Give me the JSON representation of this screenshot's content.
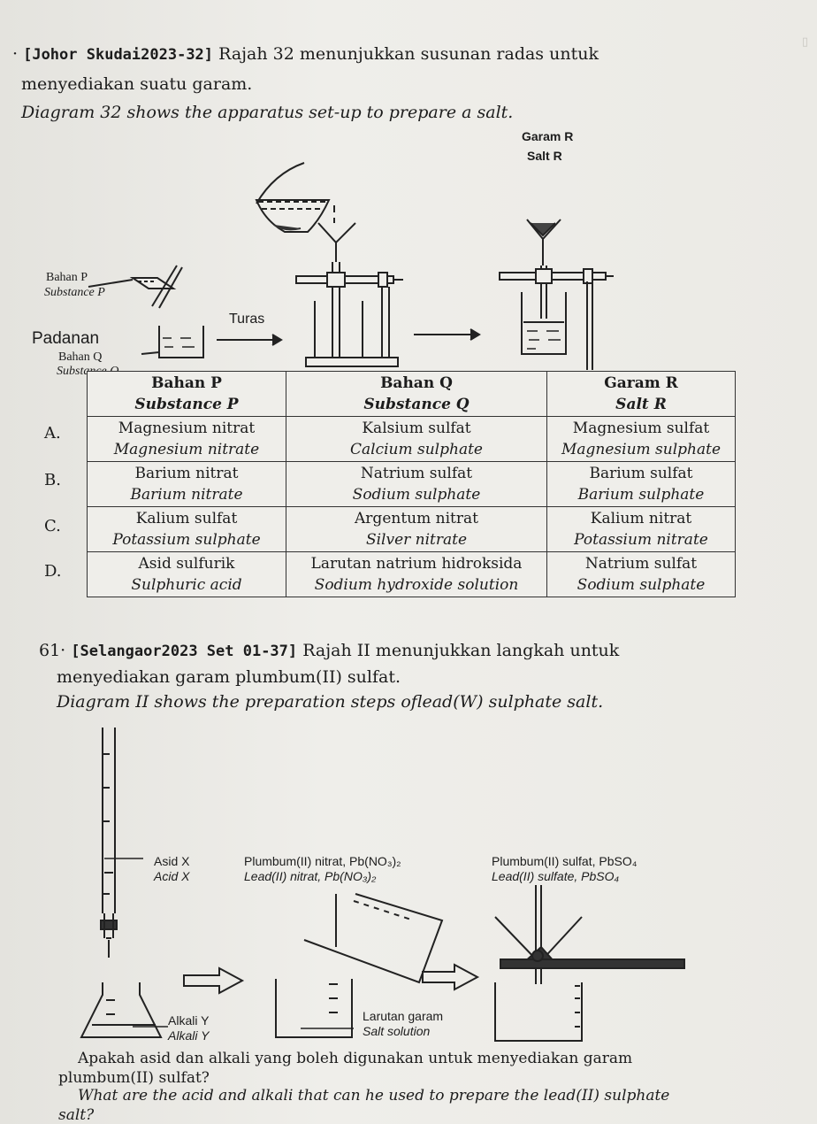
{
  "q32": {
    "number": "·",
    "tag": "[Johor Skudai2023-32]",
    "ms_line1": "Rajah 32 menunjukkan susunan radas untuk",
    "ms_line2": "menyediakan suatu garam.",
    "en": "Diagram 32 shows the apparatus set-up to prepare a salt.",
    "labels": {
      "salt_ms": "Garam R",
      "salt_en": "Salt R",
      "p_ms": "Bahan P",
      "p_en": "Substance P",
      "residue": "Padanan",
      "filter": "Turas",
      "q_ms": "Bahan Q",
      "q_en": "Substance Q"
    },
    "table": {
      "headers": [
        {
          "ms": "Bahan P",
          "en": "Substance P"
        },
        {
          "ms": "Bahan Q",
          "en": "Substance Q"
        },
        {
          "ms": "Garam R",
          "en": "Salt R"
        }
      ],
      "rows": [
        {
          "letter": "A.",
          "cells": [
            {
              "ms": "Magnesium nitrat",
              "en": "Magnesium nitrate"
            },
            {
              "ms": "Kalsium sulfat",
              "en": "Calcium sulphate"
            },
            {
              "ms": "Magnesium sulfat",
              "en": "Magnesium sulphate"
            }
          ]
        },
        {
          "letter": "B.",
          "cells": [
            {
              "ms": "Barium nitrat",
              "en": "Barium nitrate"
            },
            {
              "ms": "Natrium sulfat",
              "en": "Sodium sulphate"
            },
            {
              "ms": "Barium sulfat",
              "en": "Barium sulphate"
            }
          ]
        },
        {
          "letter": "C.",
          "cells": [
            {
              "ms": "Kalium sulfat",
              "en": "Potassium sulphate"
            },
            {
              "ms": "Argentum nitrat",
              "en": "Silver nitrate"
            },
            {
              "ms": "Kalium nitrat",
              "en": "Potassium nitrate"
            }
          ]
        },
        {
          "letter": "D.",
          "cells": [
            {
              "ms": "Asid sulfurik",
              "en": "Sulphuric acid"
            },
            {
              "ms": "Larutan natrium hidroksida",
              "en": "Sodium hydroxide solution"
            },
            {
              "ms": "Natrium sulfat",
              "en": "Sodium sulphate"
            }
          ]
        }
      ]
    }
  },
  "q61": {
    "number": "61·",
    "tag": "[Selangaor2023 Set 01-37]",
    "ms_line1": "Rajah II menunjukkan langkah untuk",
    "ms_line2": "menyediakan garam plumbum(II) sulfat.",
    "en": "Diagram II shows the preparation steps oflead(W) sulphate salt.",
    "labels": {
      "acid_ms": "Asid X",
      "acid_en": "Acid X",
      "lead_nitrate_ms": "Plumbum(II) nitrat, Pb(NO₃)₂",
      "lead_nitrate_en": "Lead(II) nitrat, Pb(NO₃)₂",
      "lead_sulfate_ms": "Plumbum(II) sulfat, PbSO₄",
      "lead_sulfate_en": "Lead(II) sulfate, PbSO₄",
      "alkali_ms": "Alkali Y",
      "alkali_en": "Alkali Y",
      "salt_solution_ms": "Larutan garam",
      "salt_solution_en": "Salt solution"
    },
    "question_ms": "Apakah asid dan alkali yang boleh digunakan untuk menyediakan garam",
    "question_ms2": "plumbum(II) sulfat?",
    "question_en": "What are the acid and alkali that can he used to prepare the lead(II) sulphate",
    "question_en2": "salt?"
  },
  "colors": {
    "paper": "#ebeae5",
    "ink": "#1c1c1c"
  }
}
